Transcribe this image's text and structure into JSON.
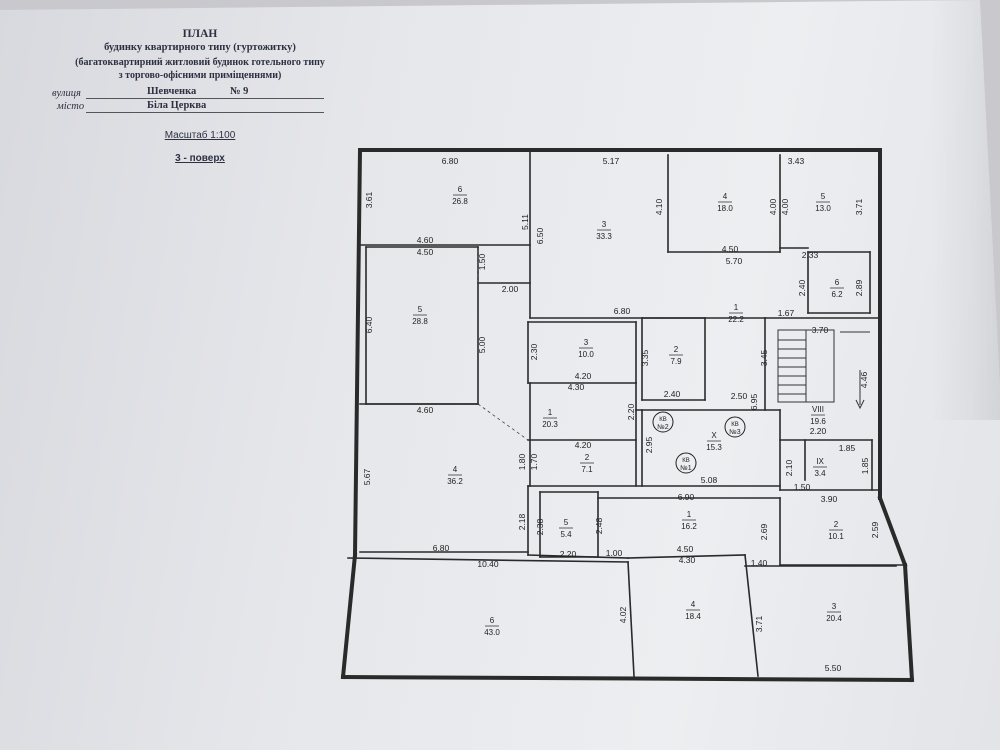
{
  "header": {
    "title": "ПЛАН",
    "subtitle": "будинку квартирного типу (гуртожитку)",
    "desc_line1": "(багатоквартирний житловий будинок готельного типу",
    "desc_line2": "з торгово-офісними приміщеннями)",
    "street_label": "вулиця",
    "street_value": "Шевченка",
    "number_value": "№ 9",
    "city_label": "місто",
    "city_value": "Біла Церква",
    "scale": "Масштаб 1:100",
    "floor": "3 - поверх"
  },
  "rooms": [
    {
      "num": "6",
      "area": "26.8"
    },
    {
      "num": "3",
      "area": "33.3"
    },
    {
      "num": "4",
      "area": "18.0"
    },
    {
      "num": "5",
      "area": "13.0"
    },
    {
      "num": "6",
      "area": "6.2"
    },
    {
      "num": "5",
      "area": "28.8"
    },
    {
      "num": "1",
      "area": "22.2"
    },
    {
      "num": "3",
      "area": "10.0"
    },
    {
      "num": "2",
      "area": "7.9"
    },
    {
      "num": "1",
      "area": "20.3"
    },
    {
      "num": "VIII",
      "area": "19.6"
    },
    {
      "num": "X",
      "area": "15.3"
    },
    {
      "num": "2",
      "area": "7.1"
    },
    {
      "num": "IX",
      "area": "3.4"
    },
    {
      "num": "4",
      "area": "36.2"
    },
    {
      "num": "1",
      "area": "16.2"
    },
    {
      "num": "5",
      "area": "5.4"
    },
    {
      "num": "2",
      "area": "10.1"
    },
    {
      "num": "6",
      "area": "43.0"
    },
    {
      "num": "4",
      "area": "18.4"
    },
    {
      "num": "3",
      "area": "20.4"
    }
  ],
  "dims": [
    "6.80",
    "5.17",
    "3.43",
    "3.61",
    "5.11",
    "6.50",
    "4.10",
    "4.00",
    "4.00",
    "3.71",
    "4.60",
    "4.50",
    "4.50",
    "5.70",
    "2.33",
    "1.50",
    "2.00",
    "2.40",
    "2.89",
    "6.40",
    "6.80",
    "1.67",
    "3.70",
    "5.00",
    "2.30",
    "3.35",
    "3.45",
    "4.46",
    "4.20",
    "4.30",
    "6.95",
    "2.40",
    "2.50",
    "4.60",
    "2.20",
    "2.95",
    "2.20",
    "4.20",
    "1.85",
    "5.67",
    "1.80",
    "1.70",
    "2.10",
    "1.85",
    "5.08",
    "1.50",
    "3.90",
    "6.90",
    "2.18",
    "2.38",
    "2.48",
    "2.69",
    "2.59",
    "6.80",
    "2.20",
    "1.00",
    "4.50",
    "10.40",
    "4.30",
    "1.40",
    "4.02",
    "3.71",
    "5.50"
  ],
  "kv": [
    "КВ №2",
    "КВ №3",
    "КВ №1"
  ],
  "colors": {
    "ink": "#222222",
    "header": "#2c3040"
  }
}
